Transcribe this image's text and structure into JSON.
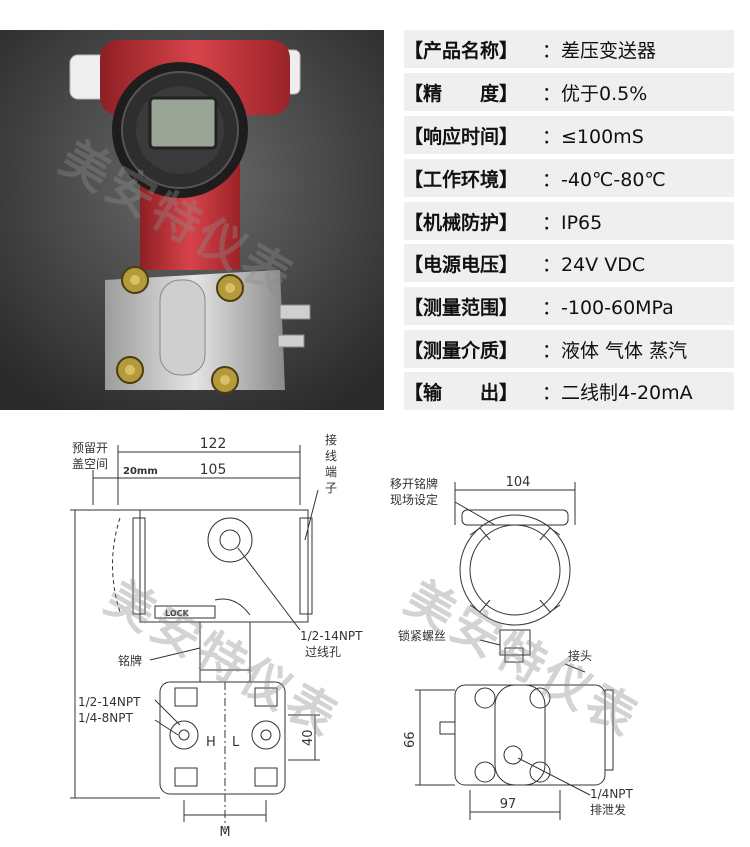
{
  "specs": [
    {
      "key": "【产品名称】",
      "value": "：差压变送器"
    },
    {
      "key": "【精　　度】",
      "value": "：优于0.5%"
    },
    {
      "key": "【响应时间】",
      "value": "：≤100mS"
    },
    {
      "key": "【工作环境】",
      "value": "：-40℃-80℃"
    },
    {
      "key": "【机械防护】",
      "value": "：IP65"
    },
    {
      "key": "【电源电压】",
      "value": "：24V VDC"
    },
    {
      "key": "【测量范围】",
      "value": "：-100-60MPa"
    },
    {
      "key": "【测量介质】",
      "value": "：液体 气体 蒸汽"
    },
    {
      "key": "【输　　出】",
      "value": "：二线制4-20mA"
    }
  ],
  "watermark": "美安特仪表",
  "photo": {
    "body_color": "#c8363b"
  },
  "left_drawing": {
    "dim_122": "122",
    "dim_105": "105",
    "dim_20": "20mm",
    "reserve_label_1": "预留开",
    "reserve_label_2": "盖空间",
    "terminal_label_1": "接",
    "terminal_label_2": "线",
    "terminal_label_3": "端",
    "terminal_label_4": "子",
    "lock_text": "LOCK",
    "npt_14_a": "1/2-14NPT",
    "wire_hole": "过线孔",
    "nameplate": "铭牌",
    "npt_14_b": "1/2-14NPT",
    "npt_8": "1/4-8NPT",
    "h_label": "H",
    "l_label": "L",
    "dim_40": "40",
    "dim_m": "M"
  },
  "right_drawing": {
    "dim_104": "104",
    "move_label_1": "移开铭牌",
    "move_label_2": "现场设定",
    "lock_screw": "锁紧螺丝",
    "connector": "接头",
    "dim_66": "66",
    "npt_4": "1/4NPT",
    "drain": "排泄发",
    "dim_97": "97"
  }
}
